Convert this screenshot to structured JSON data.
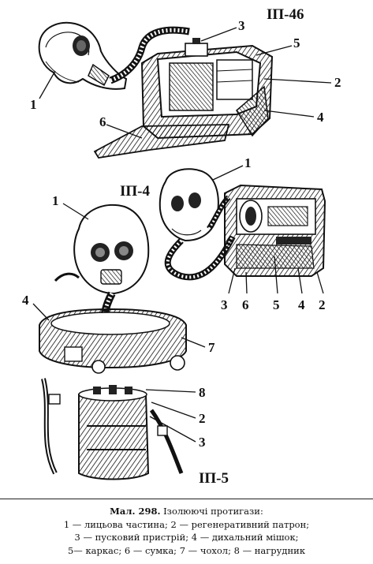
{
  "figure": {
    "models": {
      "ip46": "ІП-46",
      "ip4": "ІП-4",
      "ip5": "ІП-5"
    },
    "callouts": {
      "ip46": [
        "3",
        "5",
        "2",
        "4",
        "6",
        "1"
      ],
      "ip4": [
        "1",
        "1",
        "3",
        "6",
        "5",
        "4",
        "2"
      ],
      "ip5": [
        "4",
        "7",
        "8",
        "2",
        "3"
      ]
    }
  },
  "caption": {
    "number": "Мал. 298.",
    "title": "Ізолюючі протигази:",
    "lines": [
      "1 — лицьова частина; 2 — регенеративний патрон;",
      "3 — пусковий пристрій; 4 — дихальний мішок;",
      "5— каркас; 6 — сумка; 7 — чохол; 8 — нагрудник"
    ]
  },
  "colors": {
    "ink": "#111111",
    "paper": "#ffffff"
  }
}
